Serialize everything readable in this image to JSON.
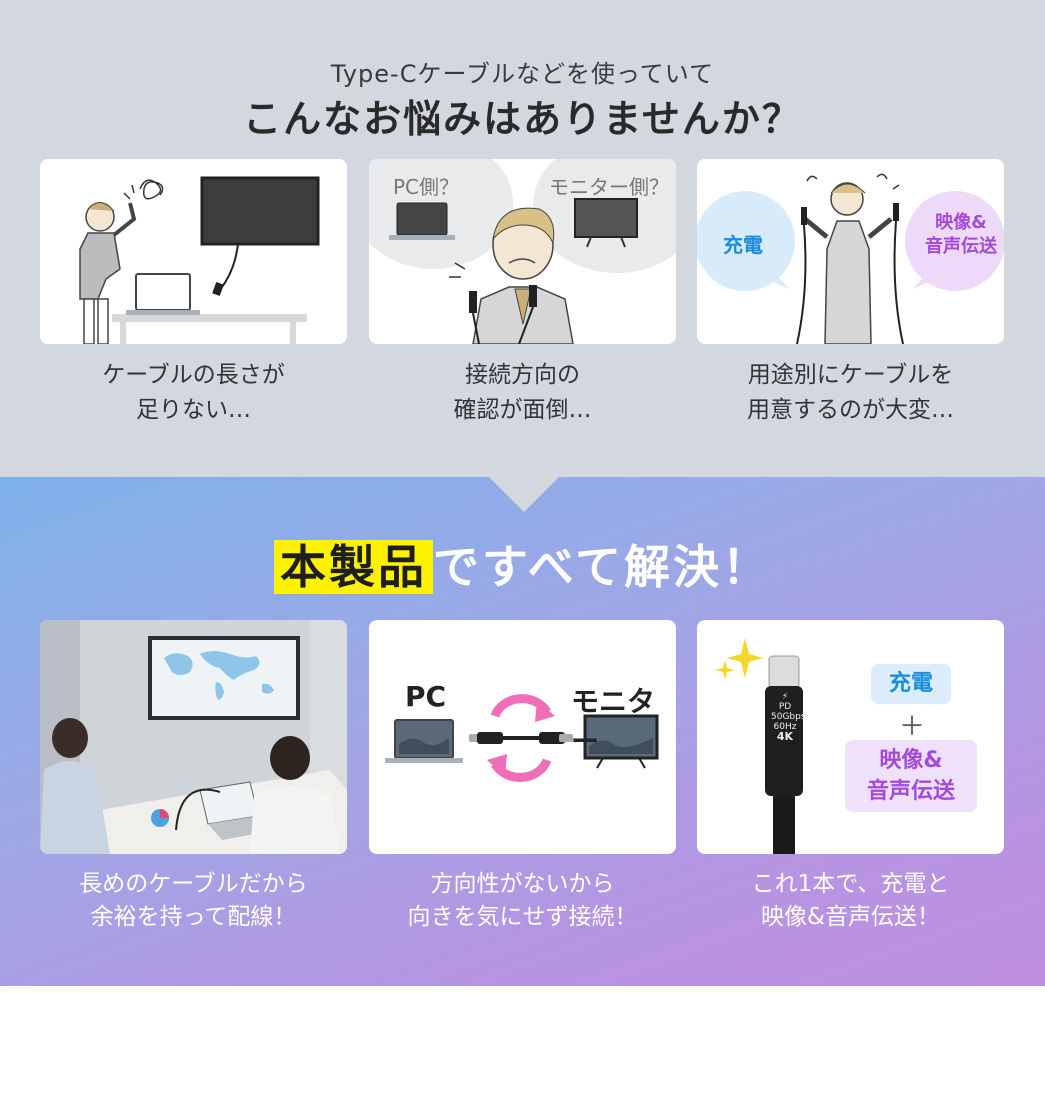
{
  "problems": {
    "subtitle": "Type-Cケーブルなどを使っていて",
    "title": "こんなお悩みはありませんか？",
    "cards": [
      {
        "caption_line1": "ケーブルの長さが",
        "caption_line2": "足りない…"
      },
      {
        "caption_line1": "接続方向の",
        "caption_line2": "確認が面倒…",
        "bubble_left": "PC側？",
        "bubble_right": "モニター側？"
      },
      {
        "caption_line1": "用途別にケーブルを",
        "caption_line2": "用意するのが大変…",
        "bubble_left": "充電",
        "bubble_right_line1": "映像&",
        "bubble_right_line2": "音声伝送"
      }
    ]
  },
  "solutions": {
    "headline_highlight": "本製品",
    "headline_rest": "ですべて解決！",
    "cards": [
      {
        "caption_line1": "長めのケーブルだから",
        "caption_line2": "余裕を持って配線！"
      },
      {
        "caption_line1": "方向性がないから",
        "caption_line2": "向きを気にせず接続！",
        "label_left": "PC",
        "label_right": "モニター"
      },
      {
        "caption_line1": "これ1本で、充電と",
        "caption_line2": "映像&音声伝送！",
        "tag_top": "充電",
        "plus": "＋",
        "tag_bottom_line1": "映像&",
        "tag_bottom_line2": "音声伝送",
        "cable_print_1": "PD",
        "cable_print_2": "50Gbps",
        "cable_print_3": "60Hz",
        "cable_print_4": "4K"
      }
    ]
  },
  "colors": {
    "problem_bg": "#d3d7de",
    "highlight": "#fff200",
    "charge_blue": "#1a8de0",
    "video_purple": "#a44ad8",
    "arrow_pink": "#ee6fb8"
  }
}
